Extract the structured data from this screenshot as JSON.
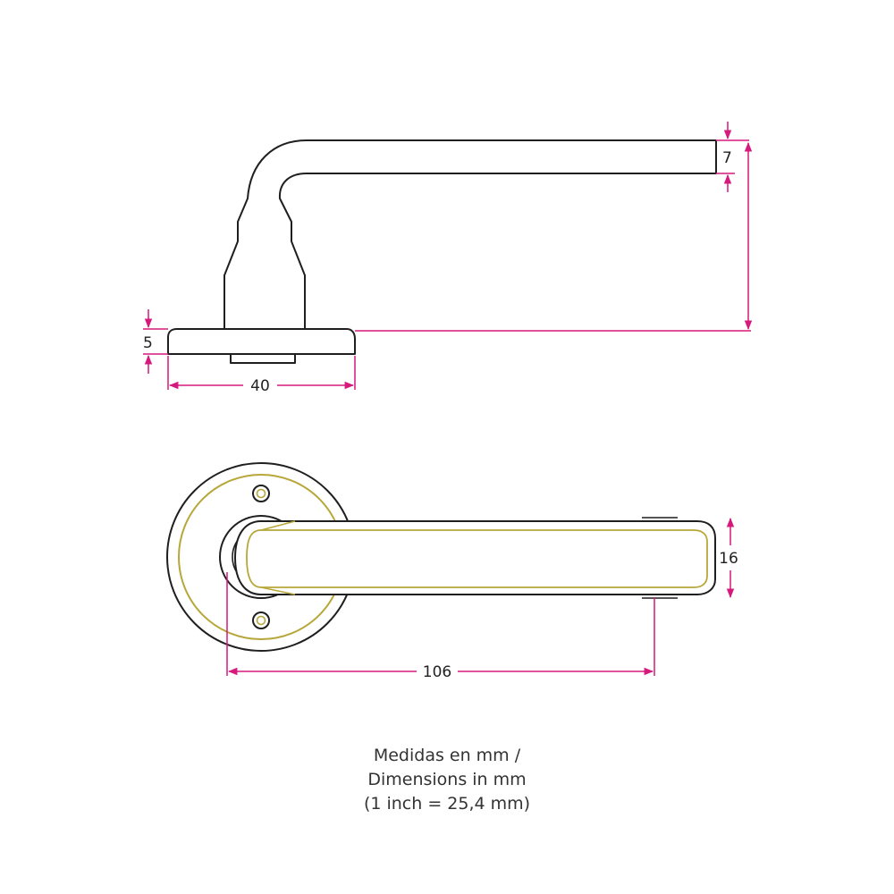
{
  "dimensions": {
    "handle_thickness": "7",
    "rose_thickness": "5",
    "rose_diameter": "40",
    "handle_length": "106",
    "lever_width": "16"
  },
  "caption": {
    "line1": "Medidas en mm /",
    "line2": "Dimensions in mm",
    "line3": "(1 inch = 25,4 mm)"
  },
  "colors": {
    "outline": "#1f1f1f",
    "dimension": "#d6197c",
    "brass_line": "#b7a73a"
  }
}
